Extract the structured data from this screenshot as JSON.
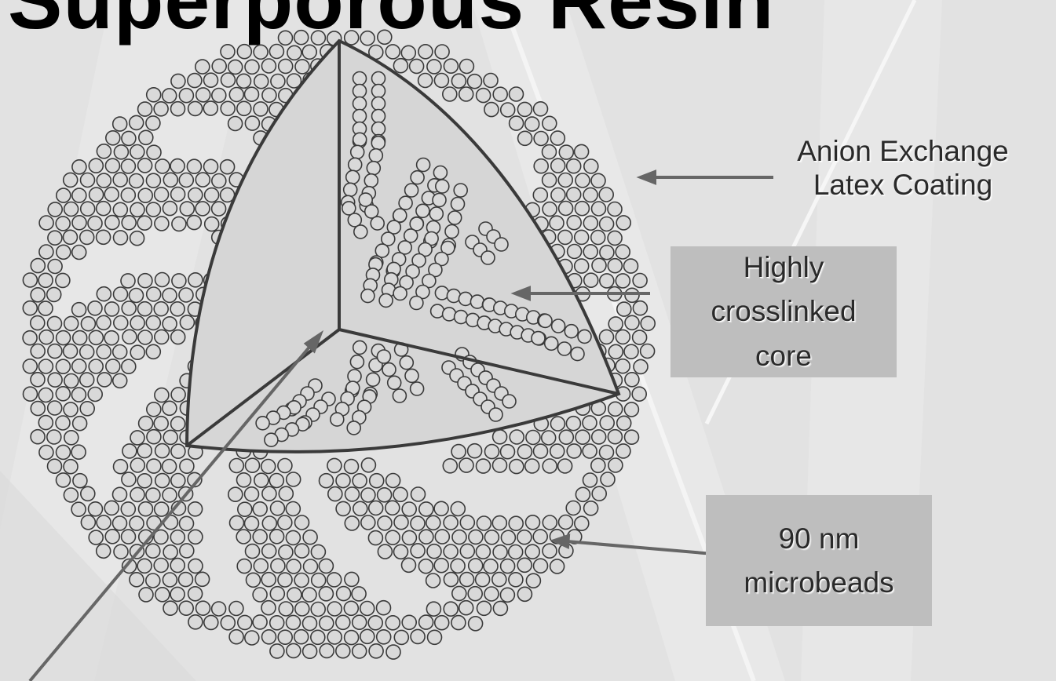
{
  "title": "Superporous Resin",
  "labels": {
    "coating": [
      "Anion Exchange",
      "Latex Coating"
    ],
    "core": [
      "Highly",
      "crosslinked",
      "core"
    ],
    "microbeads": [
      "90 nm",
      "microbeads"
    ]
  },
  "colors": {
    "background": "#e4e4e4",
    "label_box": "#bebebe",
    "wedge_face": "#d6d6d6",
    "bead_fill": "#d9d9d9",
    "outline": "#3a3a3a",
    "arrow": "#666666"
  }
}
